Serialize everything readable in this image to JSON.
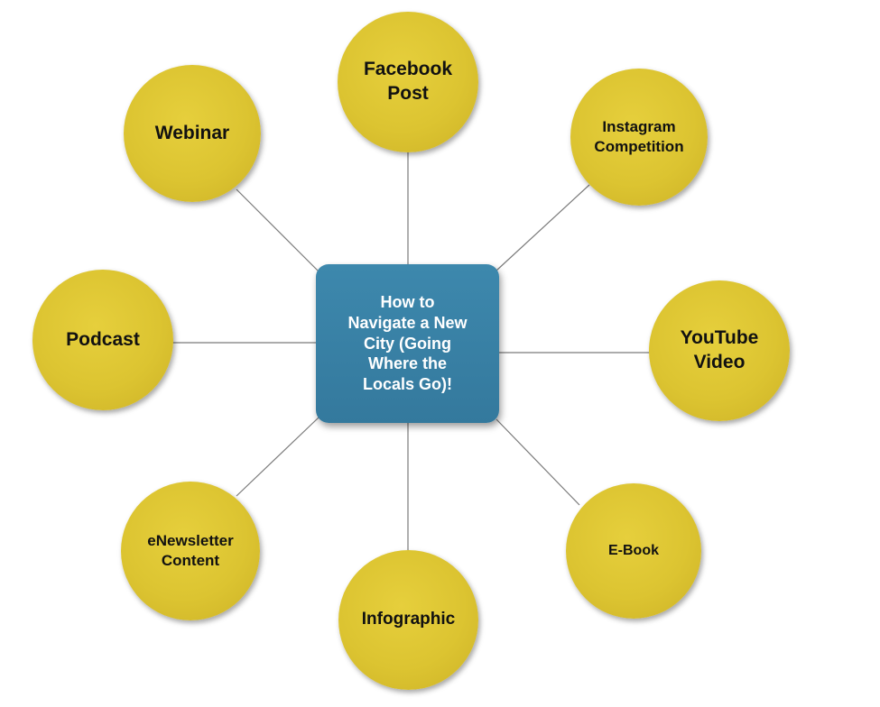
{
  "diagram": {
    "center": {
      "label": "How to\nNavigate a New\nCity (Going\nWhere the\nLocals Go)!"
    },
    "nodes": [
      {
        "id": "facebook-post",
        "label": "Facebook\nPost"
      },
      {
        "id": "instagram-competition",
        "label": "Instagram\nCompetition"
      },
      {
        "id": "youtube-video",
        "label": "YouTube\nVideo"
      },
      {
        "id": "e-book",
        "label": "E-Book"
      },
      {
        "id": "infographic",
        "label": "Infographic"
      },
      {
        "id": "enewsletter-content",
        "label": "eNewsletter\nContent"
      },
      {
        "id": "podcast",
        "label": "Podcast"
      },
      {
        "id": "webinar",
        "label": "Webinar"
      }
    ],
    "colors": {
      "node_fill": "#dcc431",
      "center_fill": "#3a82a8",
      "center_text": "#ffffff",
      "connector": "#7a7a7a"
    }
  }
}
